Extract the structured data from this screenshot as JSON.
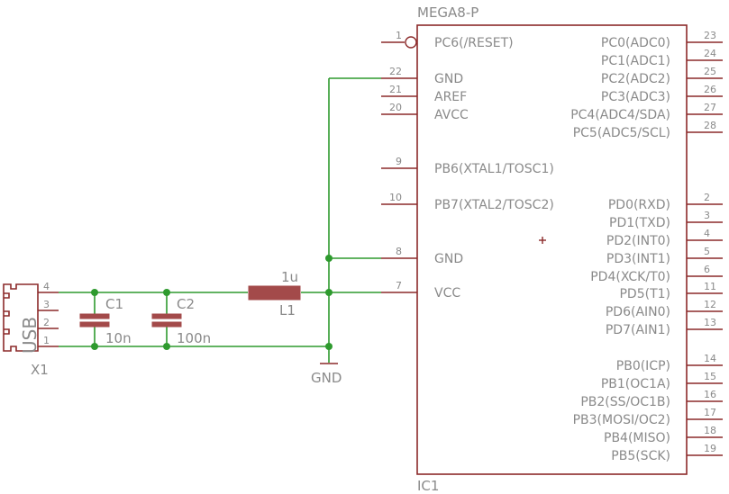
{
  "ic": {
    "value": "MEGA8-P",
    "name": "IC1",
    "left_pins": [
      {
        "num": "1",
        "label": "PC6(/RESET)"
      },
      {
        "num": "22",
        "label": "GND"
      },
      {
        "num": "21",
        "label": "AREF"
      },
      {
        "num": "20",
        "label": "AVCC"
      },
      {
        "num": "9",
        "label": "PB6(XTAL1/TOSC1)"
      },
      {
        "num": "10",
        "label": "PB7(XTAL2/TOSC2)"
      },
      {
        "num": "8",
        "label": "GND"
      },
      {
        "num": "7",
        "label": "VCC"
      }
    ],
    "right_pins": [
      {
        "num": "23",
        "label": "PC0(ADC0)"
      },
      {
        "num": "24",
        "label": "PC1(ADC1)"
      },
      {
        "num": "25",
        "label": "PC2(ADC2)"
      },
      {
        "num": "26",
        "label": "PC3(ADC3)"
      },
      {
        "num": "27",
        "label": "PC4(ADC4/SDA)"
      },
      {
        "num": "28",
        "label": "PC5(ADC5/SCL)"
      },
      {
        "num": "2",
        "label": "PD0(RXD)"
      },
      {
        "num": "3",
        "label": "PD1(TXD)"
      },
      {
        "num": "4",
        "label": "PD2(INT0)"
      },
      {
        "num": "5",
        "label": "PD3(INT1)"
      },
      {
        "num": "6",
        "label": "PD4(XCK/T0)"
      },
      {
        "num": "11",
        "label": "PD5(T1)"
      },
      {
        "num": "12",
        "label": "PD6(AIN0)"
      },
      {
        "num": "13",
        "label": "PD7(AIN1)"
      },
      {
        "num": "14",
        "label": "PB0(ICP)"
      },
      {
        "num": "15",
        "label": "PB1(OC1A)"
      },
      {
        "num": "16",
        "label": "PB2(SS/OC1B)"
      },
      {
        "num": "17",
        "label": "PB3(MOSI/OC2)"
      },
      {
        "num": "18",
        "label": "PB4(MISO)"
      },
      {
        "num": "19",
        "label": "PB5(SCK)"
      }
    ]
  },
  "usb": {
    "label": "USB",
    "name": "X1",
    "pins": [
      "4",
      "3",
      "2",
      "1"
    ]
  },
  "c1": {
    "name": "C1",
    "value": "10n"
  },
  "c2": {
    "name": "C2",
    "value": "100n"
  },
  "l1": {
    "name": "L1",
    "value": "1u"
  },
  "gnd_label": "GND",
  "colors": {
    "component": "#8c2a2a",
    "wire": "#2e9a2e",
    "text": "#8a8a8a"
  }
}
